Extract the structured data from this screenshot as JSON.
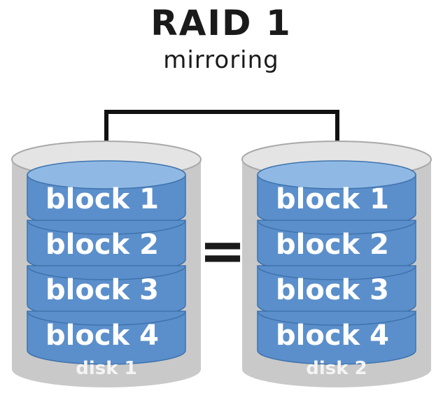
{
  "title": "RAID 1",
  "subtitle": "mirroring",
  "equals_sign": "=",
  "disks": [
    {
      "label": "disk 1",
      "blocks": [
        {
          "word": "block",
          "num": "1"
        },
        {
          "word": "block",
          "num": "2"
        },
        {
          "word": "block",
          "num": "3"
        },
        {
          "word": "block",
          "num": "4"
        }
      ]
    },
    {
      "label": "disk 2",
      "blocks": [
        {
          "word": "block",
          "num": "1"
        },
        {
          "word": "block",
          "num": "2"
        },
        {
          "word": "block",
          "num": "3"
        },
        {
          "word": "block",
          "num": "4"
        }
      ]
    }
  ],
  "colors": {
    "disk_body": "#c9c9c9",
    "disk_body_dark": "#a9a9a9",
    "disk_top": "#e4e4e4",
    "block_fill": "#5b8fcb",
    "block_top": "#8fb9e4",
    "block_edge": "#3f73ad",
    "connector": "#111111"
  }
}
